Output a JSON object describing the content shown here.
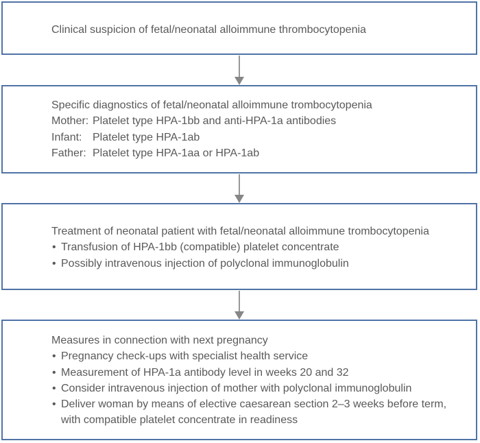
{
  "style": {
    "box_border_color": "#4f73a7",
    "text_color": "#58595b",
    "arrow_color": "#989898",
    "background_color": "#ffffff"
  },
  "flowchart": {
    "boxes": [
      {
        "id": "clinical-suspicion",
        "title": "Clinical suspicion of fetal/neonatal alloimmune thrombocytopenia"
      },
      {
        "id": "specific-diagnostics",
        "title": "Specific diagnostics of fetal/neonatal alloimmune trombocytopenia",
        "rows": [
          {
            "label": "Mother:",
            "value": "Platelet type HPA-1bb and anti-HPA-1a antibodies"
          },
          {
            "label": "Infant:",
            "value": "Platelet type HPA-1ab"
          },
          {
            "label": "Father:",
            "value": "Platelet type HPA-1aa or HPA-1ab"
          }
        ]
      },
      {
        "id": "treatment",
        "title": "Treatment of neonatal patient with fetal/neonatal alloimmune trombocytopenia",
        "bullets": [
          "Transfusion of HPA-1bb (compatible) platelet concentrate",
          "Possibly intravenous injection of polyclonal immunoglobulin"
        ]
      },
      {
        "id": "next-pregnancy",
        "title": "Measures in connection with next pregnancy",
        "bullets": [
          "Pregnancy check-ups with specialist health service",
          "Measurement of HPA-1a antibody level in weeks 20 and 32",
          "Consider intravenous injection of mother with polyclonal immunoglobulin",
          "Deliver woman by means of elective caesarean section 2–3 weeks before term, with compatible platelet concentrate in readiness"
        ]
      }
    ]
  }
}
